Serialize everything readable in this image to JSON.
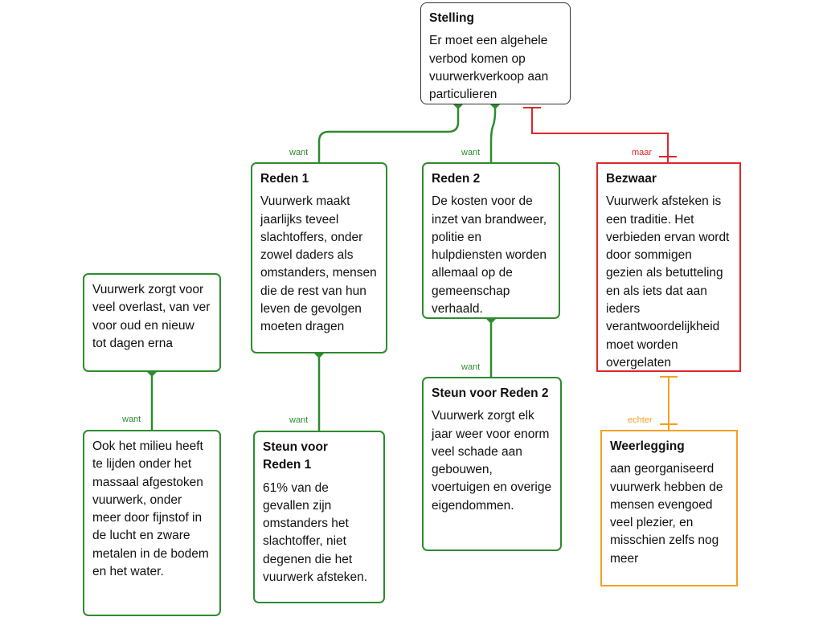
{
  "stelling": {
    "title": "Stelling",
    "body": "Er moet een algehele verbod komen op vuurwerkverkoop aan particulieren"
  },
  "reden1": {
    "title": "Reden 1",
    "body": "Vuurwerk maakt jaarlijks teveel slachtoffers, onder zowel daders als omstanders, mensen die de rest van hun leven de gevolgen moeten dragen"
  },
  "reden2": {
    "title": "Reden 2",
    "body": "De kosten voor de inzet van brandweer, politie en hulpdiensten worden allemaal op de gemeenschap verhaald."
  },
  "bezwaar": {
    "title": "Bezwaar",
    "body": "Vuurwerk afsteken is een traditie. Het verbieden ervan wordt door sommigen gezien als betutteling en als iets dat aan ieders verantwoordelijkheid moet worden overgelaten"
  },
  "extra_reden": {
    "body": "Vuurwerk zorgt voor veel overlast, van ver voor oud en nieuw tot dagen erna"
  },
  "extra_steun": {
    "body": "Ook het milieu heeft te lijden onder het massaal afgestoken vuurwerk, onder meer door fijnstof in de lucht en zware metalen in de bodem en het water."
  },
  "steun1": {
    "title": "Steun voor Reden 1",
    "body": "61% van de gevallen zijn omstanders het slachtoffer, niet degenen die het vuurwerk afsteken."
  },
  "steun2": {
    "title": "Steun voor Reden 2",
    "body": "Vuurwerk zorgt elk jaar weer voor enorm veel schade aan gebouwen, voertuigen en overige eigendommen."
  },
  "weerlegging": {
    "title": "Weerlegging",
    "body": "aan georganiseerd vuurwerk hebben de mensen evengoed veel plezier, en misschien zelfs nog meer"
  },
  "labels": {
    "want": "want",
    "maar": "maar",
    "echter": "echter"
  },
  "colors": {
    "support": "#2e8b2e",
    "objection": "#e0252b",
    "rebuttal": "#f5a021",
    "claim_border": "#333333"
  }
}
